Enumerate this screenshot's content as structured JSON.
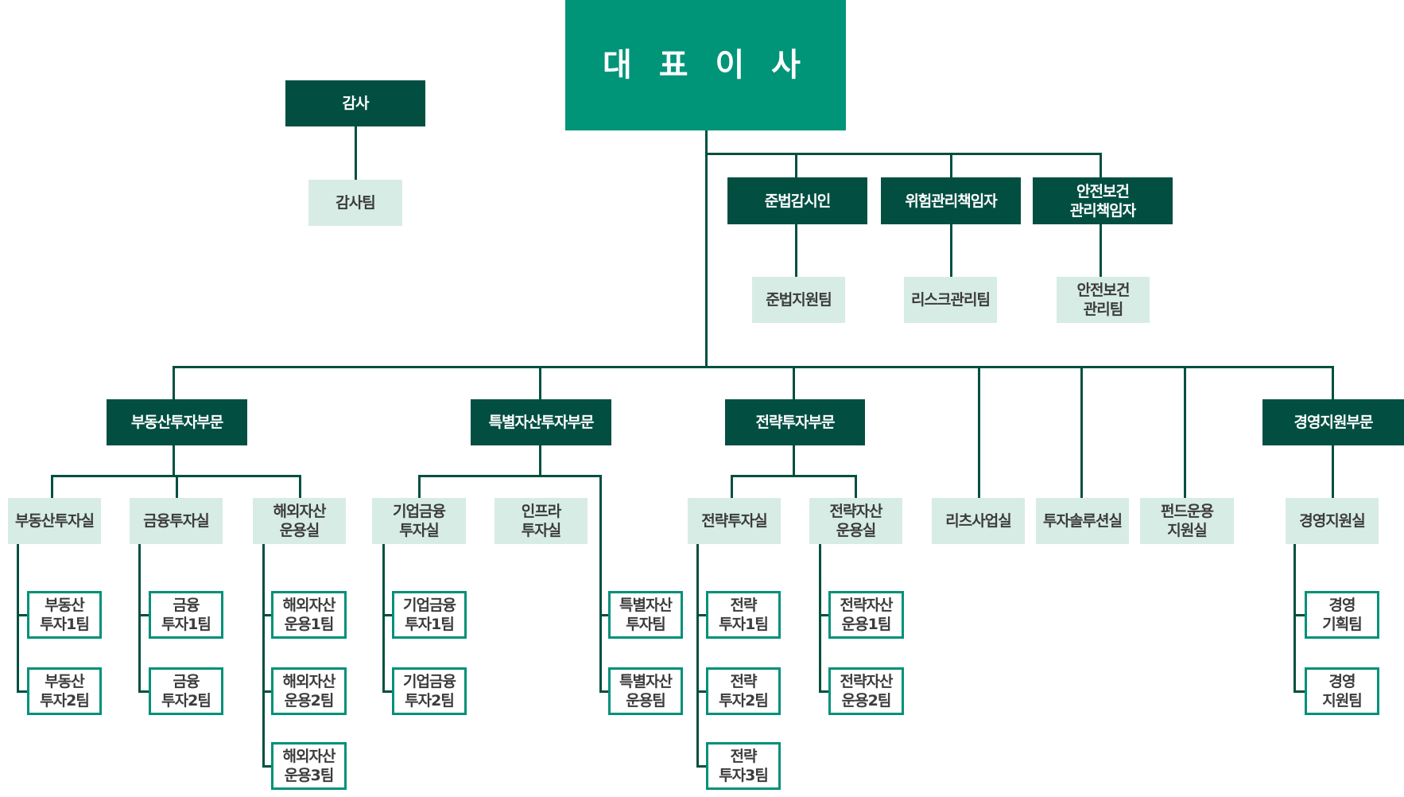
{
  "colors": {
    "ceo": "#009479",
    "dark": "#024f42",
    "mint": "#d7ece5",
    "border": "#00917a",
    "line": "#02503f"
  },
  "ceo": "대 표 이 사",
  "audit": {
    "head": "감사",
    "team": "감사팀"
  },
  "officers": [
    {
      "label": "준법감시인",
      "team": "준법지원팀"
    },
    {
      "label": "위험관리책임자",
      "team": "리스크관리팀"
    },
    {
      "label": "안전보건\n관리책임자",
      "team": "안전보건\n관리팀"
    }
  ],
  "divisions": {
    "realestate": {
      "label": "부동산투자부문",
      "offices": [
        "부동산투자실",
        "금융투자실",
        "해외자산\n운용실"
      ],
      "teams": {
        "realestate": [
          "부동산\n투자1팀",
          "부동산\n투자2팀"
        ],
        "finance": [
          "금융\n투자1팀",
          "금융\n투자2팀"
        ],
        "overseas": [
          "해외자산\n운용1팀",
          "해외자산\n운용2팀",
          "해외자산\n운용3팀"
        ]
      }
    },
    "special": {
      "label": "특별자산투자부문",
      "offices": [
        "기업금융\n투자실",
        "인프라\n투자실"
      ],
      "teams": {
        "corporate": [
          "기업금융\n투자1팀",
          "기업금융\n투자2팀"
        ],
        "special": [
          "특별자산\n투자팀",
          "특별자산\n운용팀"
        ]
      }
    },
    "strategy": {
      "label": "전략투자부문",
      "offices": [
        "전략투자실",
        "전략자산\n운용실"
      ],
      "teams": {
        "strategy": [
          "전략\n투자1팀",
          "전략\n투자2팀",
          "전략\n투자3팀"
        ],
        "asset": [
          "전략자산\n운용1팀",
          "전략자산\n운용2팀"
        ]
      }
    },
    "management": {
      "label": "경영지원부문",
      "offices": [
        "경영지원실"
      ],
      "teams": {
        "management": [
          "경영\n기획팀",
          "경영\n지원팀"
        ]
      }
    }
  },
  "independent_offices": [
    "리츠사업실",
    "투자솔루션실",
    "펀드운용\n지원실"
  ]
}
